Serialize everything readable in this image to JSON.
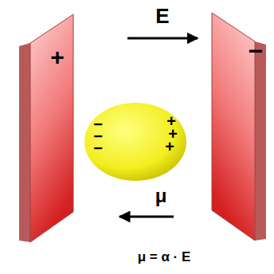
{
  "diagram": {
    "nodes": [
      {
        "text": [
          "+"
        ]
      },
      {
        "text": [
          "−"
        ]
      },
      {
        "text": [
          "−",
          "−",
          "−",
          "+",
          "+",
          "+"
        ]
      }
    ],
    "labels": [
      "E",
      "μ",
      "μ = α · E"
    ]
  }
}
